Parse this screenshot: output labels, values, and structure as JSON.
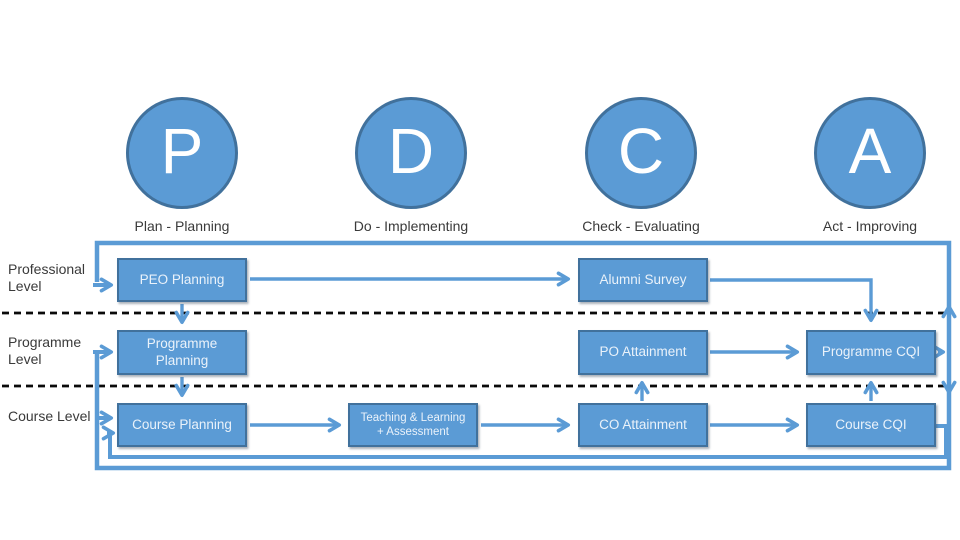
{
  "pdca": {
    "stages": [
      {
        "id": "plan",
        "letter": "P",
        "caption": "Plan - Planning"
      },
      {
        "id": "do",
        "letter": "D",
        "caption": "Do - Implementing"
      },
      {
        "id": "check",
        "letter": "C",
        "caption": "Check - Evaluating"
      },
      {
        "id": "act",
        "letter": "A",
        "caption": "Act - Improving"
      }
    ]
  },
  "levels": [
    {
      "label": "Professional Level"
    },
    {
      "label": "Programme Level"
    },
    {
      "label": "Course Level"
    }
  ],
  "boxes": {
    "peo_planning": "PEO Planning",
    "alumni_survey": "Alumni Survey",
    "programme_planning": "Programme Planning",
    "po_attainment": "PO Attainment",
    "programme_cqi": "Programme CQI",
    "course_planning": "Course Planning",
    "teaching_learning_line1": "Teaching & Learning",
    "teaching_learning_line2": "+ Assessment",
    "co_attainment": "CO Attainment",
    "course_cqi": "Course CQI"
  },
  "colors": {
    "shape_fill": "#5B9BD5",
    "shape_border": "#41719C",
    "connector": "#5B9BD5",
    "dashed_divider": "#000000",
    "box_text": "#EAF2FA",
    "label_text": "#3A3A3A",
    "background": "#FFFFFF"
  }
}
